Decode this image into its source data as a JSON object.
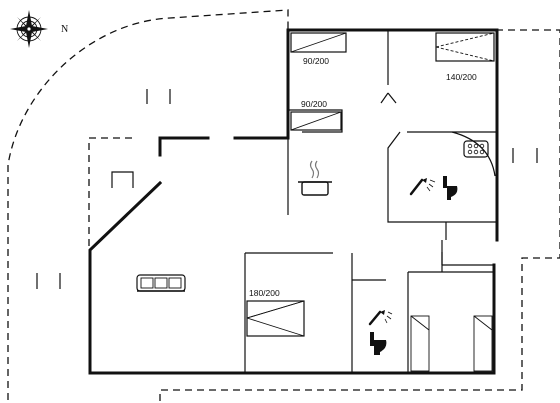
{
  "compass": {
    "north_label": "N"
  },
  "rooms": {
    "bedroom_a": {
      "bed_label": "90/200"
    },
    "bedroom_a_second": {
      "bed_label": "90/200"
    },
    "bedroom_b": {
      "bed_label": "140/200"
    },
    "bedroom_c": {
      "bed_label": "180/200"
    }
  },
  "colors": {
    "line": "#111111",
    "background": "#ffffff"
  },
  "icons": [
    "compass-rose-icon",
    "stove-pot-icon",
    "sofa-icon",
    "shower-icon",
    "toilet-icon",
    "jacuzzi-icon"
  ]
}
